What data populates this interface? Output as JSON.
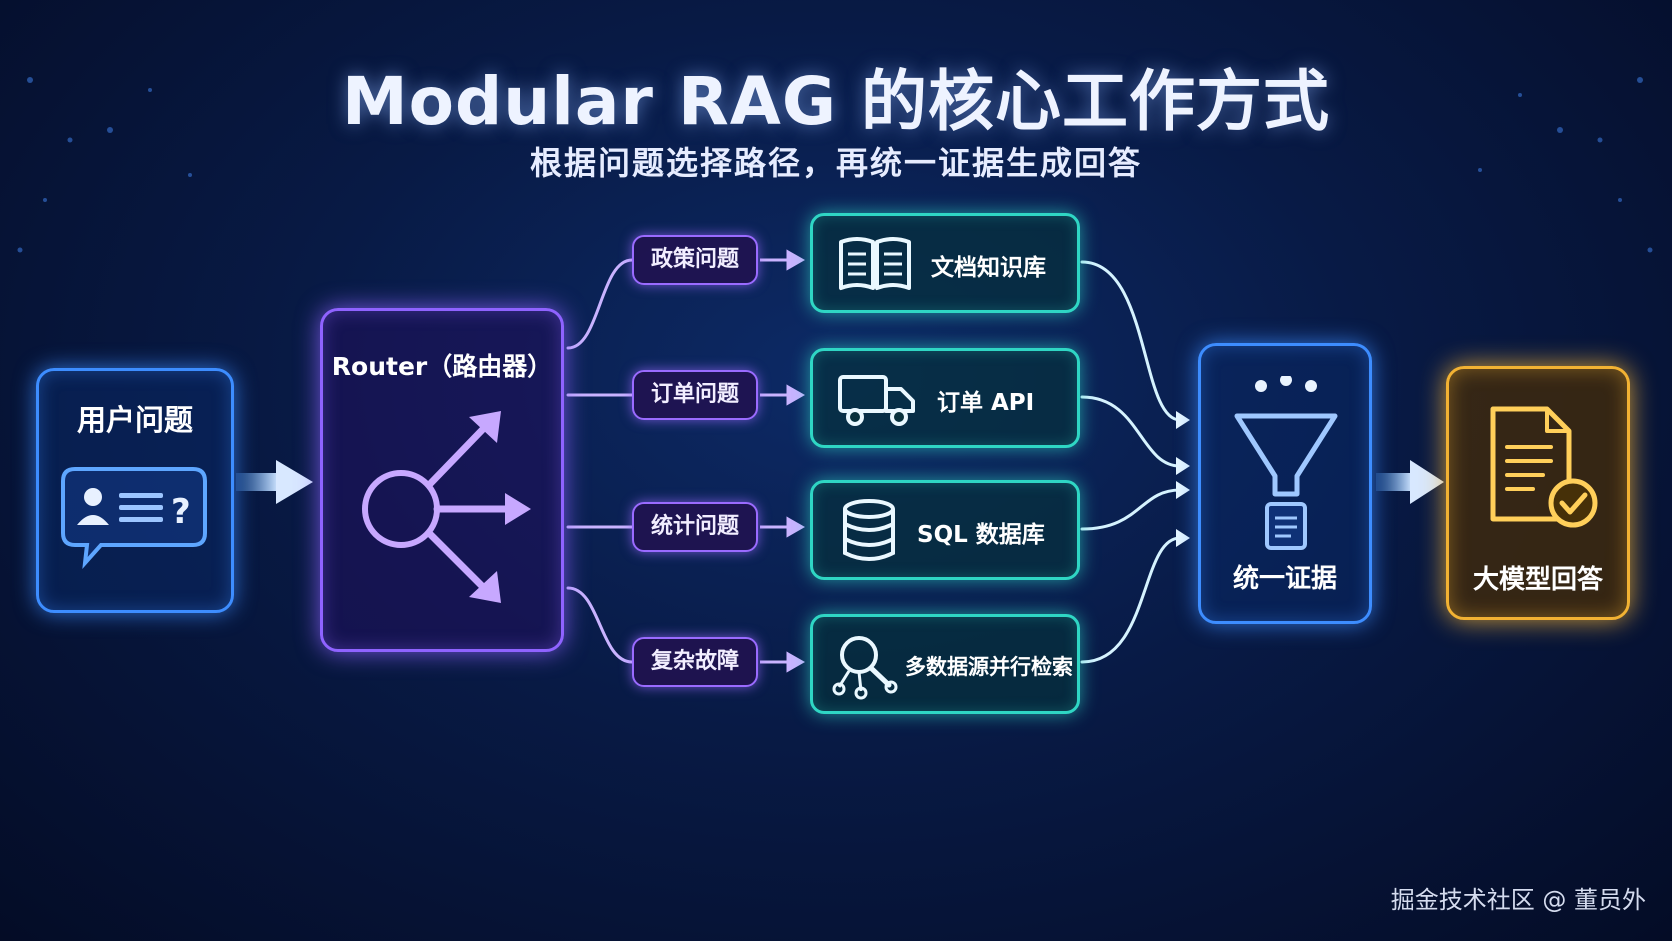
{
  "header": {
    "title": "Modular RAG 的核心工作方式",
    "subtitle": "根据问题选择路径，再统一证据生成回答"
  },
  "nodes": {
    "user_question": "用户问题",
    "router": "Router（路由器）",
    "unify": "统一证据",
    "answer": "大模型回答"
  },
  "routes": [
    {
      "tag": "政策问题",
      "source": "文档知识库",
      "icon": "book-icon"
    },
    {
      "tag": "订单问题",
      "source": "订单 API",
      "icon": "truck-icon"
    },
    {
      "tag": "统计问题",
      "source": "SQL 数据库",
      "icon": "database-icon"
    },
    {
      "tag": "复杂故障",
      "source": "多数据源并行检索",
      "icon": "search-network-icon"
    }
  ],
  "footer": {
    "watermark": "掘金技术社区 @ 董员外"
  },
  "colors": {
    "background": "#081a45",
    "blue": "#3d8dff",
    "purple": "#8f63ff",
    "teal": "#2fd6c4",
    "gold": "#f2b233"
  }
}
